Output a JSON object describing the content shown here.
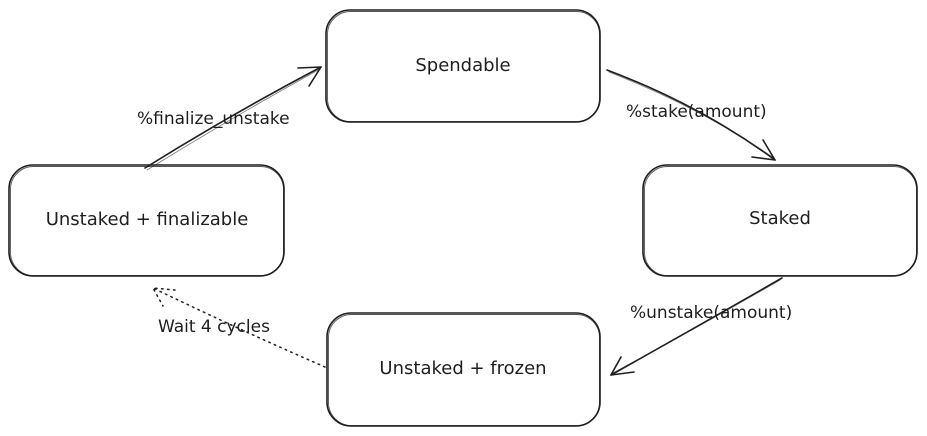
{
  "diagram": {
    "states": {
      "spendable": "Spendable",
      "staked": "Staked",
      "unstaked_frozen": "Unstaked + frozen",
      "unstaked_finalizable": "Unstaked + finalizable"
    },
    "transitions": {
      "stake": "%stake(amount)",
      "unstake": "%unstake(amount)",
      "wait": "Wait 4 cycles",
      "finalize": "%finalize_unstake"
    }
  },
  "colors": {
    "stroke": "#1e1e1e",
    "background": "#ffffff"
  }
}
